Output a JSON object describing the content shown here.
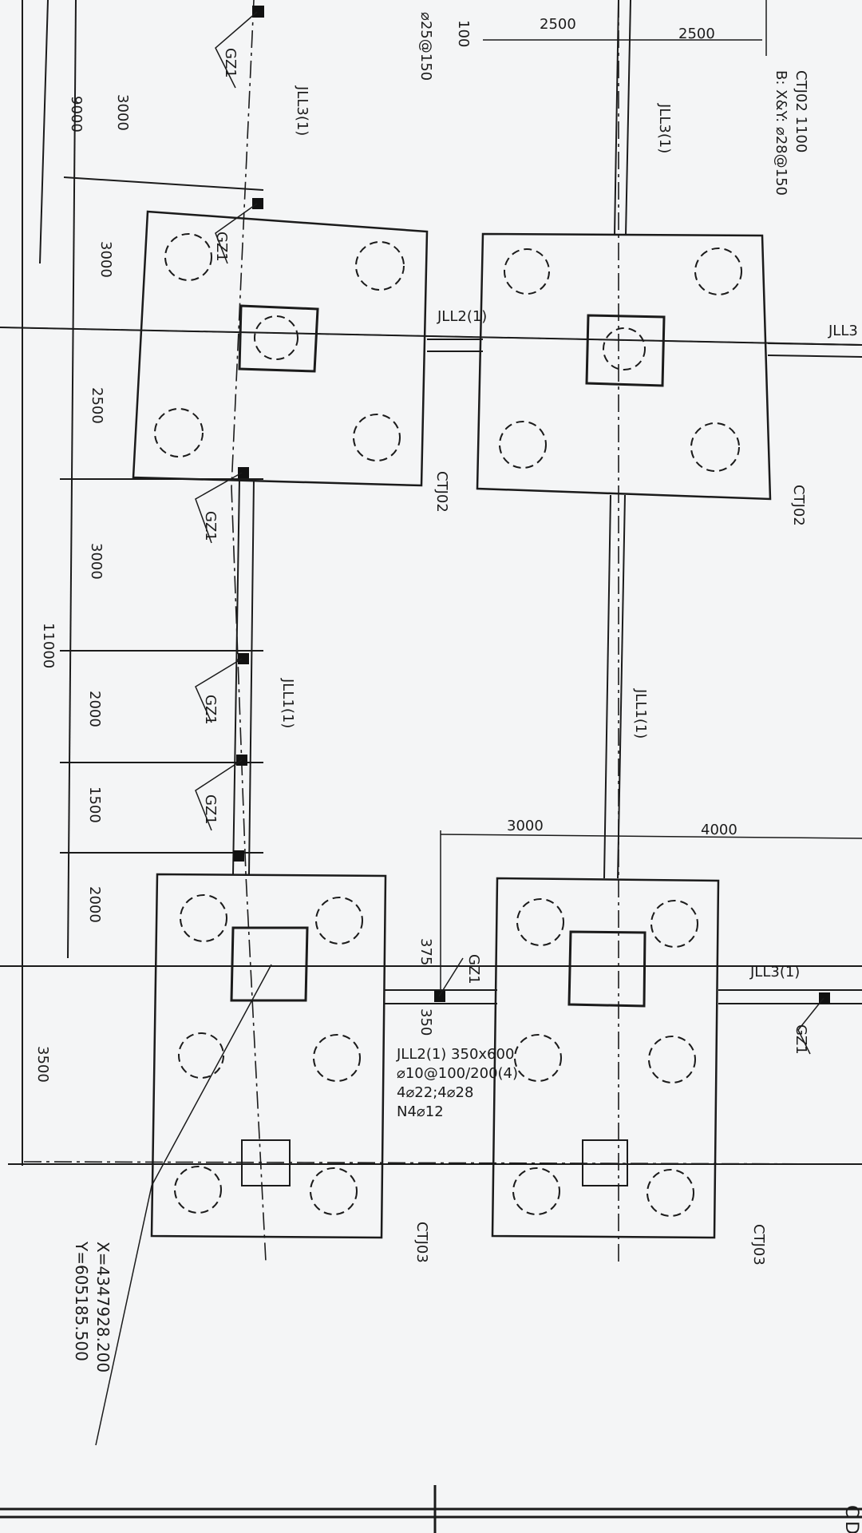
{
  "drawing": {
    "labels": {
      "top_left_100": "100",
      "top_left_rebar": "⌀25@150",
      "gz": "GZ1",
      "jll3_top": "JLL3(1)",
      "jll3_top_right": "JLL3(1)",
      "jll3_right_edge": "JLL3",
      "jll3_lower": "JLL3(1)",
      "jll2_mid": "JLL2(1)",
      "jll1_left": "JLL1(1)",
      "jll1_right": "JLL1(1)",
      "ctj02_left": "CTJ02",
      "ctj02_right": "CTJ02",
      "ctj03_left": "CTJ03",
      "ctj03_right": "CTJ03"
    },
    "cap_note": {
      "line1": "CTJ02 1100",
      "line2": "B: X&Y: ⌀28@150"
    },
    "beam_note": {
      "line1": "JLL2(1) 350x600",
      "line2": "⌀10@100/200(4)",
      "line3": "4⌀22;4⌀28",
      "line4": "N4⌀12"
    },
    "coordinates": {
      "x": "X=4347928.200",
      "y": "Y=605185.500"
    },
    "dimensions": {
      "left_column": [
        "3000",
        "3000",
        "2500",
        "3000",
        "2000",
        "1500",
        "2000"
      ],
      "outer_9000": "9000",
      "outer_11000": "11000",
      "outer_3500": "3500",
      "top_2500_a": "2500",
      "top_2500_b": "2500",
      "mid_3000": "3000",
      "mid_4000": "4000",
      "dim_375": "375",
      "dim_350": "350"
    },
    "edge_glyph_bottom_right": "C",
    "edge_glyph_bottom_right_2": "D"
  }
}
